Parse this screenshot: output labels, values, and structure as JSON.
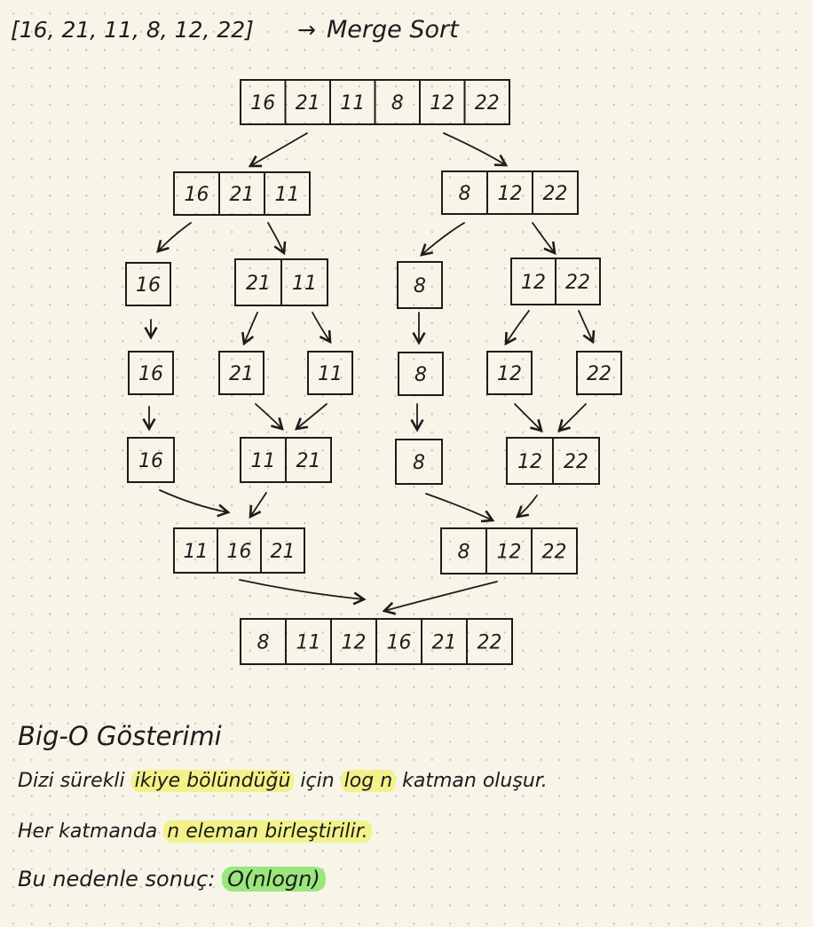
{
  "header": {
    "input_array": "[16, 21, 11, 8, 12, 22]",
    "arrow": "→",
    "algorithm": "Merge Sort"
  },
  "diagram": {
    "root": [
      "16",
      "21",
      "11",
      "8",
      "12",
      "22"
    ],
    "split1": {
      "left": [
        "16",
        "21",
        "11"
      ],
      "right": [
        "8",
        "12",
        "22"
      ]
    },
    "split2": {
      "a": [
        "16"
      ],
      "b": [
        "21",
        "11"
      ],
      "c": [
        "8"
      ],
      "d": [
        "12",
        "22"
      ]
    },
    "singles": [
      "16",
      "21",
      "11",
      "8",
      "12",
      "22"
    ],
    "merge1": {
      "a": [
        "16"
      ],
      "b": [
        "11",
        "21"
      ],
      "c": [
        "8"
      ],
      "d": [
        "12",
        "22"
      ]
    },
    "merge2": {
      "left": [
        "11",
        "16",
        "21"
      ],
      "right": [
        "8",
        "12",
        "22"
      ]
    },
    "result": [
      "8",
      "11",
      "12",
      "16",
      "21",
      "22"
    ]
  },
  "notes": {
    "heading": "Big-O Gösterimi",
    "line1": {
      "pre": "Dizi sürekli ",
      "hl1": "ikiye bölündüğü",
      "mid": " için ",
      "hl2": "log n",
      "post": " katman oluşur."
    },
    "line2": {
      "pre": "Her katmanda ",
      "hl1": "n eleman birleştirilir."
    },
    "line3": {
      "pre": "Bu nedenle sonuç: ",
      "hl1": "O(nlogn)"
    }
  },
  "colors": {
    "ink": "#1c1c1c",
    "paper": "#f7f4e8",
    "highlight_yellow": "#f3f28a",
    "highlight_green": "#9be67d"
  }
}
